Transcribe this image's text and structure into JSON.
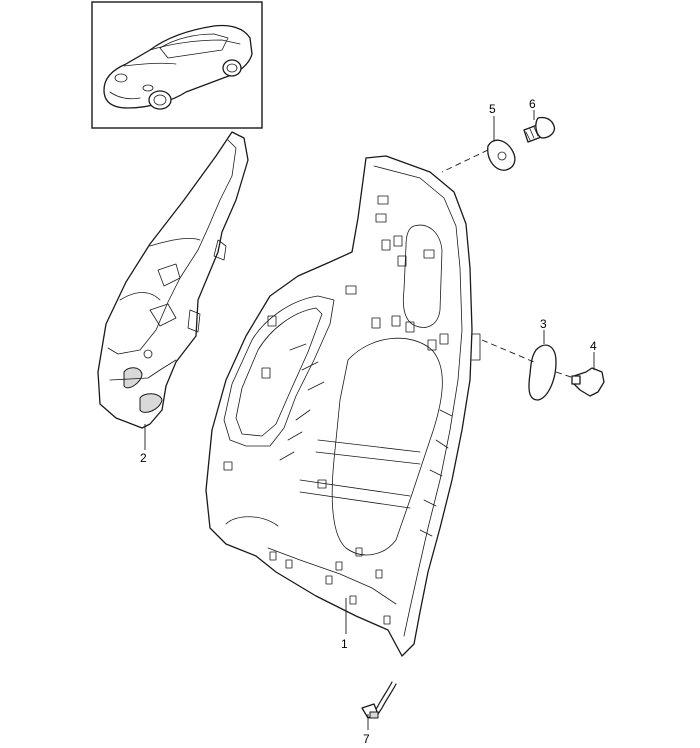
{
  "callouts": [
    {
      "id": "1",
      "label": "1"
    },
    {
      "id": "2",
      "label": "2"
    },
    {
      "id": "3",
      "label": "3"
    },
    {
      "id": "4",
      "label": "4"
    },
    {
      "id": "5",
      "label": "5"
    },
    {
      "id": "6",
      "label": "6"
    },
    {
      "id": "7",
      "label": "7"
    }
  ],
  "icons": {
    "vehicle": "car-thumbnail-icon"
  },
  "colors": {
    "line": "#1a1a1a",
    "background": "#ffffff"
  }
}
